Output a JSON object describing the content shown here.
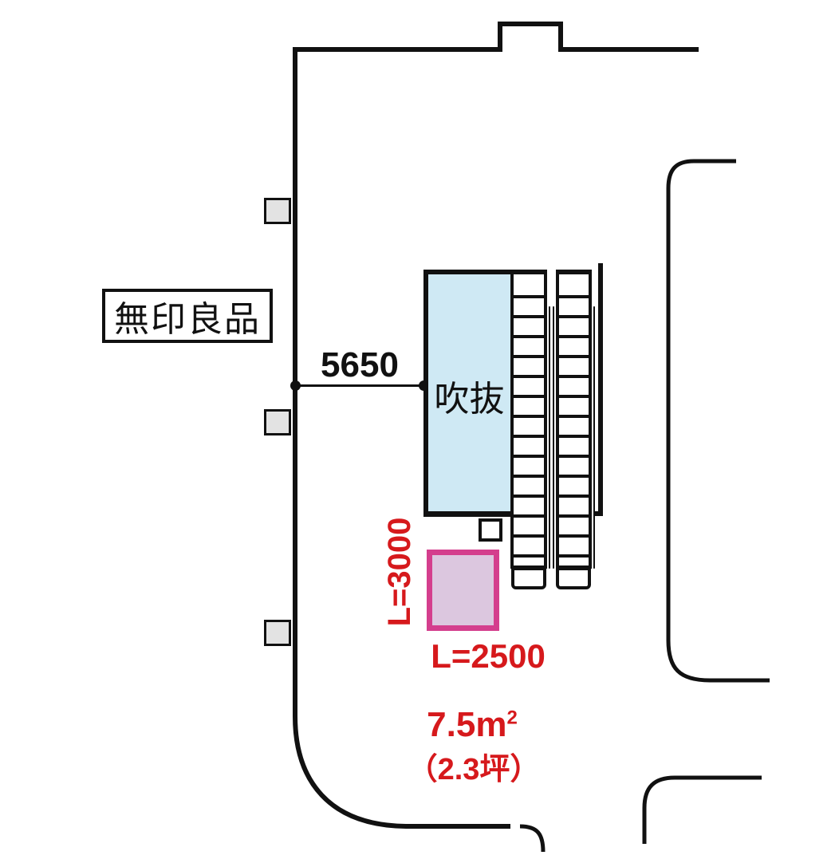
{
  "labels": {
    "store": "無印良品",
    "atrium": "吹抜",
    "width_dimension": "5650",
    "vertical_dimension": "L=3000",
    "horizontal_dimension": "L=2500",
    "area_value": "7.5",
    "area_unit": "m",
    "area_superscript": "2",
    "area_tsubo": "（2.3坪）"
  },
  "colors": {
    "red": "#d6191c",
    "pink_border": "#d43e8d",
    "pink_fill": "#dcc7df",
    "atrium_fill": "#cfe9f4",
    "column_fill": "#e3e3e3",
    "line": "#111111"
  }
}
